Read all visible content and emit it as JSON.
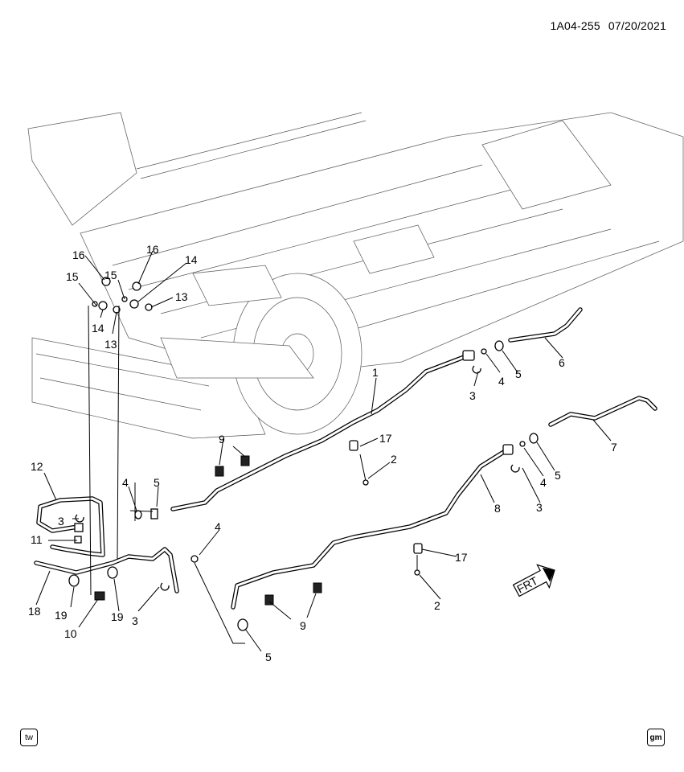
{
  "header": {
    "diagram_id": "1A04-255",
    "date": "07/20/2021"
  },
  "callouts": [
    "1",
    "2",
    "2",
    "3",
    "3",
    "3",
    "3",
    "4",
    "4",
    "4",
    "4",
    "5",
    "5",
    "5",
    "5",
    "6",
    "7",
    "8",
    "9",
    "9",
    "10",
    "11",
    "12",
    "13",
    "13",
    "14",
    "14",
    "15",
    "15",
    "16",
    "16",
    "17",
    "17",
    "18",
    "19",
    "19"
  ],
  "front_arrow": {
    "label": "FRT"
  },
  "footer": {
    "left_badge": "tw",
    "right_badge": "gm"
  }
}
